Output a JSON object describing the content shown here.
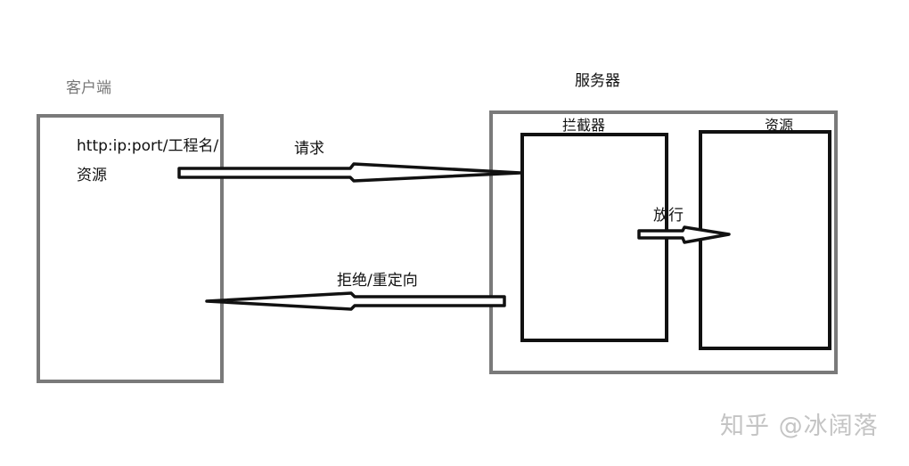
{
  "diagram": {
    "client_label": "客户端",
    "server_label": "服务器",
    "interceptor_label": "拦截器",
    "resource_label": "资源",
    "url_line1": "http:ip:port/工程名/",
    "url_line2": "资源",
    "request_label": "请求",
    "reject_label": "拒绝/重定向",
    "pass_label": "放行"
  },
  "watermark": "知乎 @冰阔落"
}
